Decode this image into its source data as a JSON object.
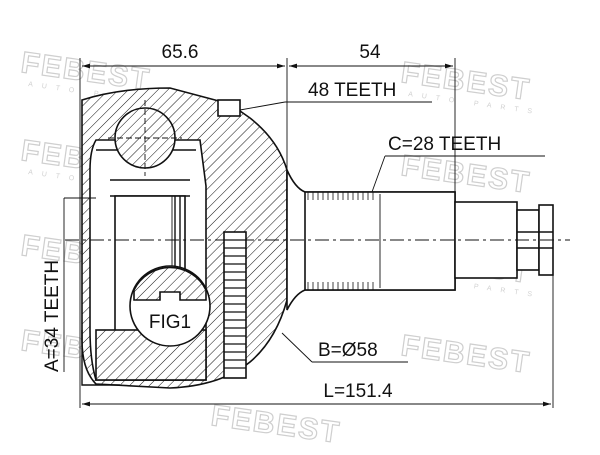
{
  "watermark": {
    "brand": "FEBEST",
    "sub": "AUTO PARTS"
  },
  "dimensions": {
    "left_length": "65.6",
    "right_length": "54",
    "total_length": "L=151.4",
    "diameter": "B=Ø58"
  },
  "callouts": {
    "abs_teeth": "48 TEETH",
    "outer_spline": "C=28 TEETH",
    "inner_spline": "A=34 TEETH",
    "figure": "FIG1"
  }
}
